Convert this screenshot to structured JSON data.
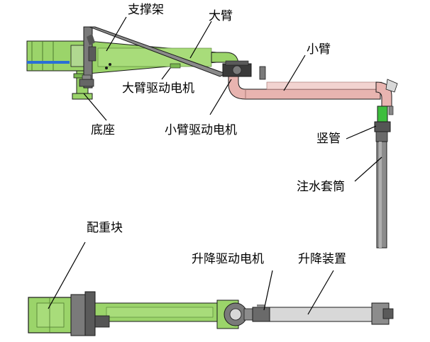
{
  "labels": {
    "support_frame": "支撑架",
    "big_arm": "大臂",
    "small_arm": "小臂",
    "big_arm_drive_motor": "大臂驱动电机",
    "base": "底座",
    "small_arm_drive_motor": "小臂驱动电机",
    "vertical_pipe": "竖管",
    "water_jacket": "注水套筒",
    "counterweight": "配重块",
    "lift_drive_motor": "升降驱动电机",
    "lift_device": "升降装置"
  },
  "colors": {
    "green": "#9BD46A",
    "green_dark": "#4E7A2E",
    "frame_gray": "#7A7A7A",
    "frame_dark": "#3A3A3A",
    "pink": "#E8B4B0",
    "pink_dark": "#9A6A66",
    "steel": "#8C8C8C",
    "light_gray": "#D8D8D8",
    "blue": "#2A6FD6",
    "outline": "#1A1A1A"
  }
}
